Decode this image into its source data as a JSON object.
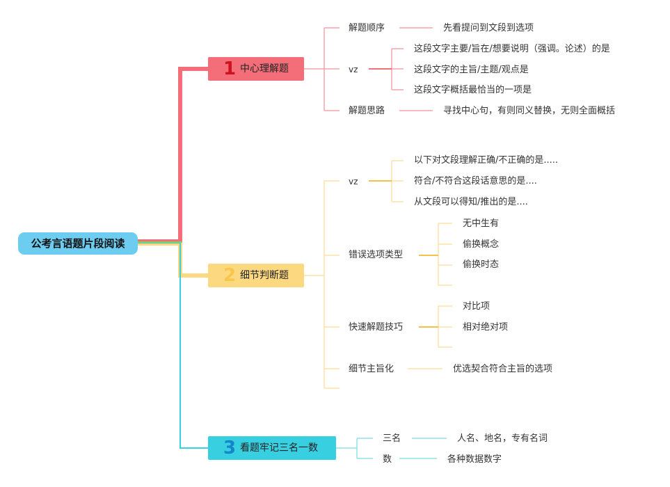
{
  "root": {
    "label": "公考言语题片段阅读"
  },
  "branches": [
    {
      "num": "1",
      "label": "中心理解题",
      "color": "#f46e79",
      "children": [
        {
          "label": "解题顺序",
          "note": "先看提问到文段到选项"
        },
        {
          "label": "vz",
          "items": [
            "这段文字主要/旨在/想要说明（强调。论述）的是",
            "这段文字的主旨/主题/观点是",
            "这段文字概括最恰当的一项是"
          ]
        },
        {
          "label": "解题思路",
          "note": "寻找中心句，有则同义替换，无则全面概括"
        }
      ]
    },
    {
      "num": "2",
      "label": "细节判断题",
      "color": "#fcd880",
      "children": [
        {
          "label": "vz",
          "items": [
            "以下对文段理解正确/不正确的是.....",
            "符合/不符合这段话意思的是....",
            "从文段可以得知/推出的是...."
          ]
        },
        {
          "label": "错误选项类型",
          "items": [
            "无中生有",
            "偷换概念",
            "偷换时态"
          ]
        },
        {
          "label": "快速解题技巧",
          "items": [
            "对比项",
            "相对绝对项"
          ]
        },
        {
          "label": "细节主旨化",
          "note": "优选契合符合主旨的选项"
        }
      ]
    },
    {
      "num": "3",
      "label": "看题牢记三名一数",
      "color": "#38cfe0",
      "children": [
        {
          "label": "三名",
          "note": "人名、地名，专有名词"
        },
        {
          "label": "数",
          "note": "各种数据数字"
        }
      ]
    }
  ]
}
